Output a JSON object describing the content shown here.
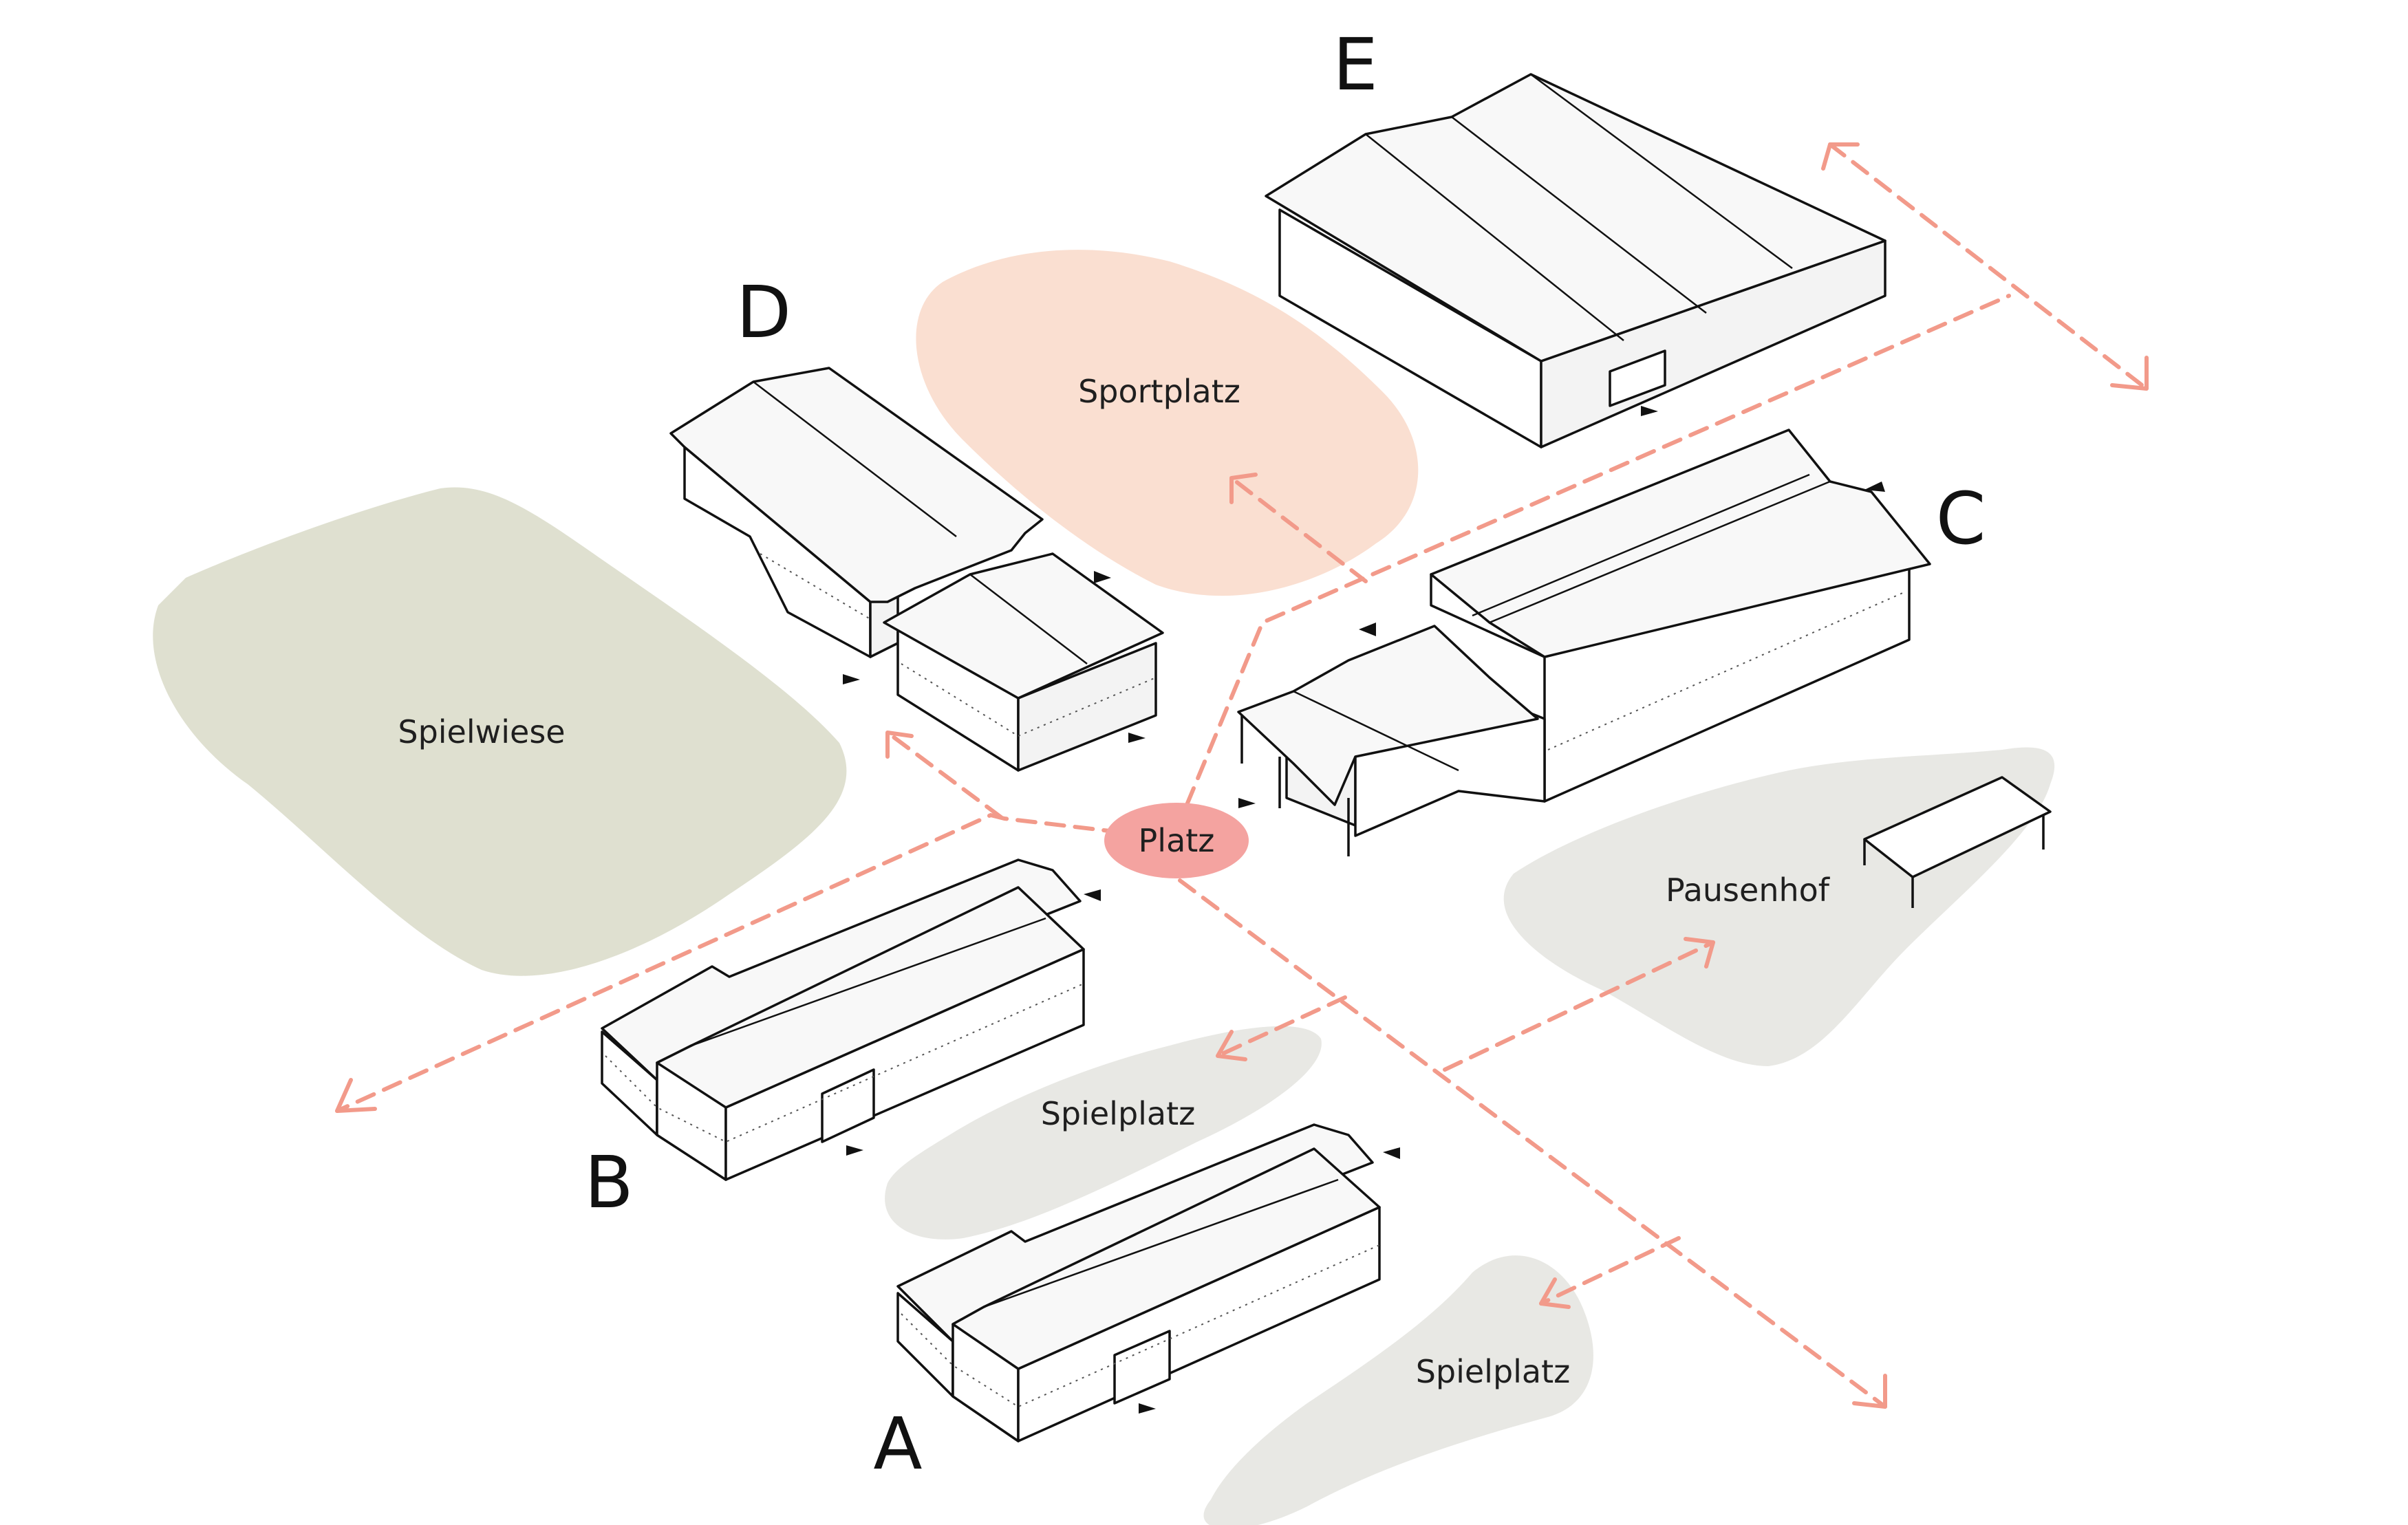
{
  "colors": {
    "path": "#f29a8a",
    "hub": "#f4a3a0",
    "sportplatz": "#fadfd1",
    "spielwiese": "#dfe0d0",
    "grey_zone": "#e8e8e4",
    "line": "#111111"
  },
  "zones": {
    "spielwiese": "Spielwiese",
    "sportplatz": "Sportplatz",
    "pausenhof": "Pausenhof",
    "spielplatz_1": "Spielplatz",
    "spielplatz_2": "Spielplatz"
  },
  "hub": {
    "label": "Platz"
  },
  "buildings": {
    "a": "A",
    "b": "B",
    "c": "C",
    "d": "D",
    "e": "E"
  }
}
